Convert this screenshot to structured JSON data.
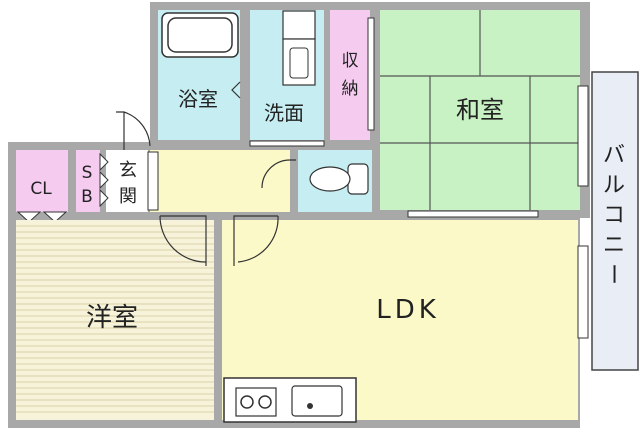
{
  "rooms": {
    "bath": "浴室",
    "washroom": "洗面",
    "storage": "収納",
    "japanese_room": "和室",
    "closet": "CL",
    "shoe_box_s": "S",
    "shoe_box_b": "B",
    "entrance": "玄関",
    "western_room": "洋室",
    "ldk": "LDK",
    "balcony": "バルコニー"
  },
  "colors": {
    "bath_washroom": "#c6eef2",
    "storage_closet": "#f5ccf0",
    "japanese_room": "#c8f2c4",
    "ldk_hall": "#fbf9c8",
    "western_room": "#f6f3da",
    "balcony": "#e9edf5",
    "wall": "#9a9a9a"
  }
}
